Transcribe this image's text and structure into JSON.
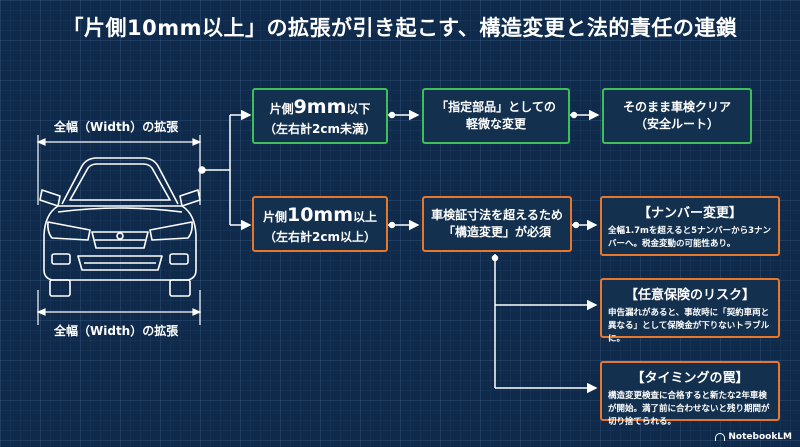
{
  "title": "「片側10mm以上」の拡張が引き起こす、構造変更と法的責任の連鎖",
  "dimension_label_top": "全幅（Width）の拡張",
  "dimension_label_bottom": "全幅（Width）の拡張",
  "green_path": {
    "box1": {
      "prefix": "片側",
      "value": "9mm",
      "suffix": "以下",
      "sub": "（左右計2cm未満）"
    },
    "box2": {
      "line1": "「指定部品」としての",
      "line2": "軽微な変更"
    },
    "box3": {
      "line1": "そのまま車検クリア",
      "line2": "（安全ルート）"
    }
  },
  "orange_path": {
    "box1": {
      "prefix": "片側",
      "value": "10mm",
      "suffix": "以上",
      "sub": "（左右計2cm以上）"
    },
    "box2": {
      "line1": "車検証寸法を超えるため",
      "line2": "「構造変更」が必須"
    }
  },
  "info_boxes": [
    {
      "title": "【ナンバー変更】",
      "body": "全幅1.7mを超えると5ナンバーから3ナンバーへ。税金変動の可能性あり。"
    },
    {
      "title": "【任意保険のリスク】",
      "body": "申告漏れがあると、事故時に「契約車両と異なる」として保険金が下りないトラブルに。"
    },
    {
      "title": "【タイミングの罠】",
      "body": "構造変更検査に合格すると新たな2年車検が開始。満了前に合わせないと残り期間が切り捨てられる。"
    }
  ],
  "logo_text": "NotebookLM",
  "colors": {
    "background": "#0f2a4a",
    "green": "#3fbf5a",
    "orange": "#e8772a",
    "line": "#ffffff"
  }
}
